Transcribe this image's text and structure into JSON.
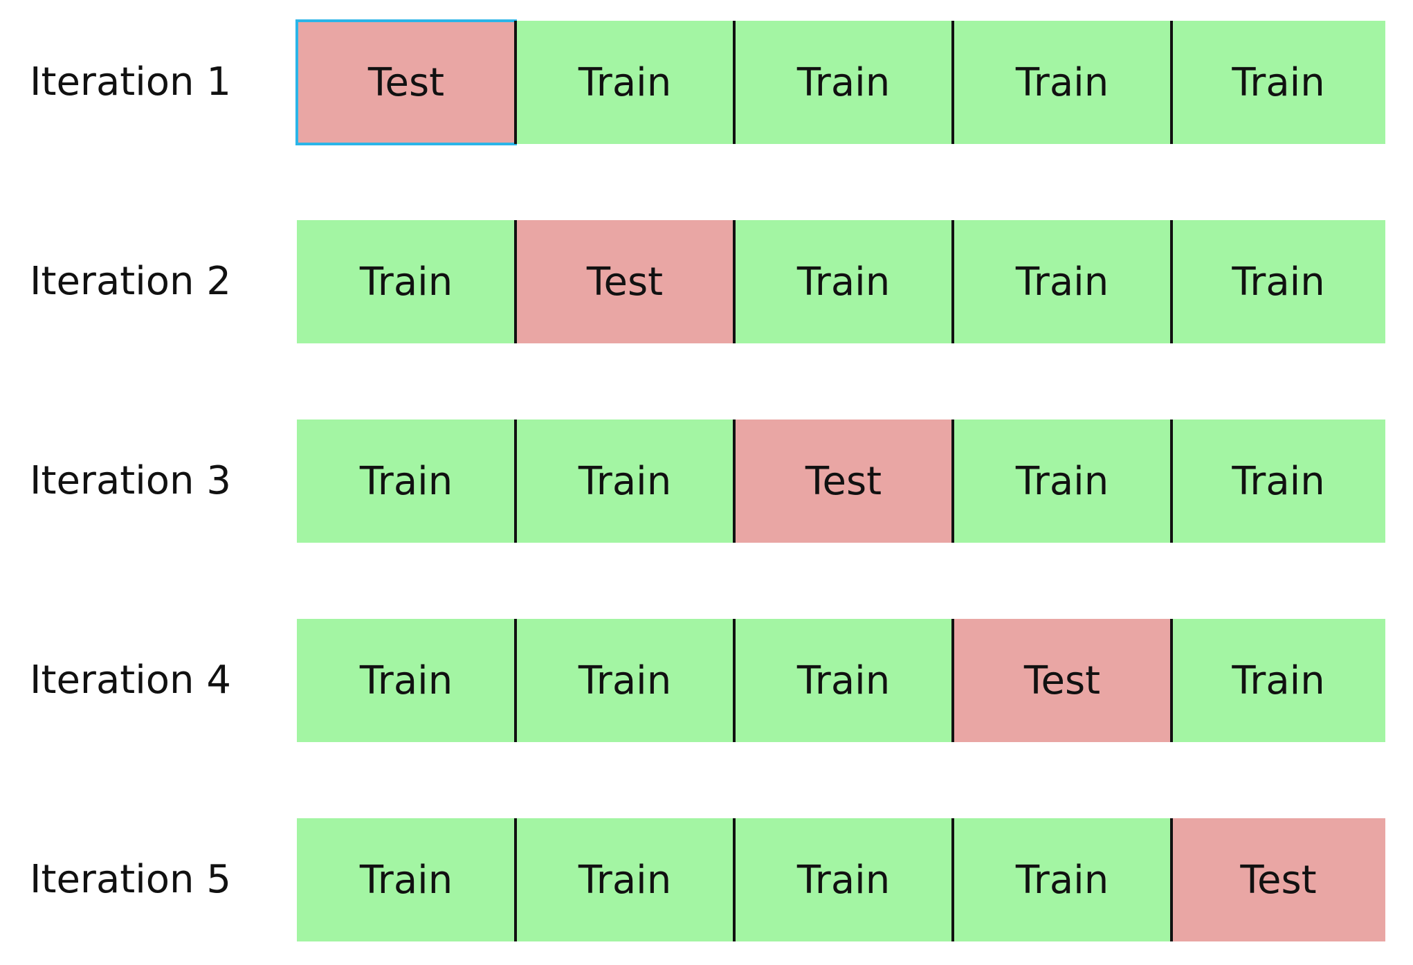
{
  "colors": {
    "train": "#a3f5a3",
    "test": "#e9a6a4",
    "selection_outline": "#2bb5e8",
    "divider": "#111111",
    "text": "#111111"
  },
  "iterations": [
    {
      "label": "Iteration 1",
      "folds": [
        "Test",
        "Train",
        "Train",
        "Train",
        "Train"
      ]
    },
    {
      "label": "Iteration 2",
      "folds": [
        "Train",
        "Test",
        "Train",
        "Train",
        "Train"
      ]
    },
    {
      "label": "Iteration 3",
      "folds": [
        "Train",
        "Train",
        "Test",
        "Train",
        "Train"
      ]
    },
    {
      "label": "Iteration 4",
      "folds": [
        "Train",
        "Train",
        "Train",
        "Test",
        "Train"
      ]
    },
    {
      "label": "Iteration 5",
      "folds": [
        "Train",
        "Train",
        "Train",
        "Train",
        "Test"
      ]
    }
  ]
}
